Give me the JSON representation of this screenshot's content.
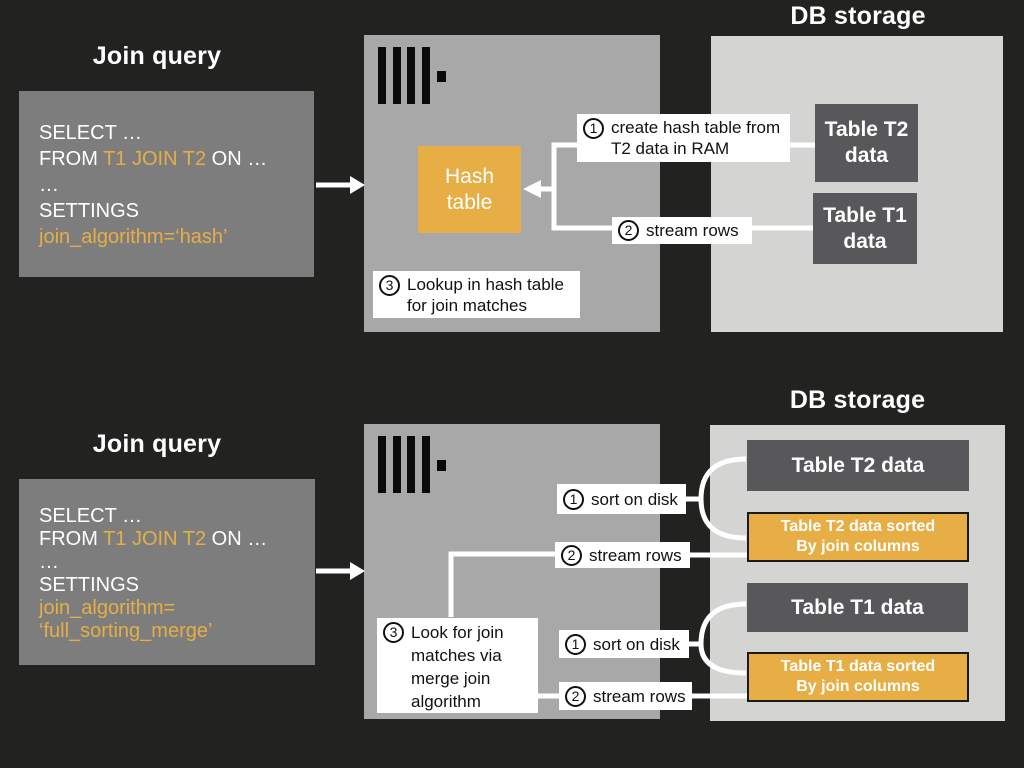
{
  "colors": {
    "background": "#222220",
    "query_box": "#7d7d7d",
    "server_box": "#a8a8a8",
    "storage_box": "#d4d4d2",
    "table_box_dark": "#58585a",
    "accent_orange": "#e7ae46",
    "white": "#ffffff",
    "callout_text": "#111111"
  },
  "top": {
    "query_title": "Join query",
    "storage_title": "DB storage",
    "sql": {
      "l1": "SELECT …",
      "l2a": "FROM ",
      "l2b": "T1 JOIN T2",
      "l2c": " ON …",
      "l3": "…",
      "l4": "SETTINGS",
      "l5": "join_algorithm=‘hash’"
    },
    "hash_table": {
      "l1": "Hash",
      "l2": "table"
    },
    "callout1": {
      "num": "1",
      "l1": "create hash table from",
      "l2": "T2 data in RAM"
    },
    "callout2": {
      "num": "2",
      "text": "stream rows"
    },
    "callout3": {
      "num": "3",
      "l1": "Lookup in hash table",
      "l2": "for join matches"
    },
    "t2_box": {
      "l1": "Table T2",
      "l2": "data"
    },
    "t1_box": {
      "l1": "Table T1",
      "l2": "data"
    }
  },
  "bottom": {
    "query_title": "Join query",
    "storage_title": "DB storage",
    "sql": {
      "l1": "SELECT …",
      "l2a": "FROM ",
      "l2b": "T1 JOIN T2",
      "l2c": " ON …",
      "l3": "…",
      "l4": "SETTINGS",
      "l5": "join_algorithm=",
      "l6": "‘full_sorting_merge’"
    },
    "sort1": {
      "num": "1",
      "text": "sort on disk"
    },
    "stream1": {
      "num": "2",
      "text": "stream rows"
    },
    "sort2": {
      "num": "1",
      "text": "sort on disk"
    },
    "stream2": {
      "num": "2",
      "text": "stream rows"
    },
    "lookup": {
      "num": "3",
      "l1": "Look for join",
      "l2": "matches via",
      "l3": "merge join",
      "l4": "algorithm"
    },
    "t2_box": "Table T2 data",
    "t2_sorted": {
      "l1": "Table T2 data sorted",
      "l2": "By join columns"
    },
    "t1_box": "Table T1 data",
    "t1_sorted": {
      "l1": "Table T1 data sorted",
      "l2": "By join columns"
    }
  }
}
